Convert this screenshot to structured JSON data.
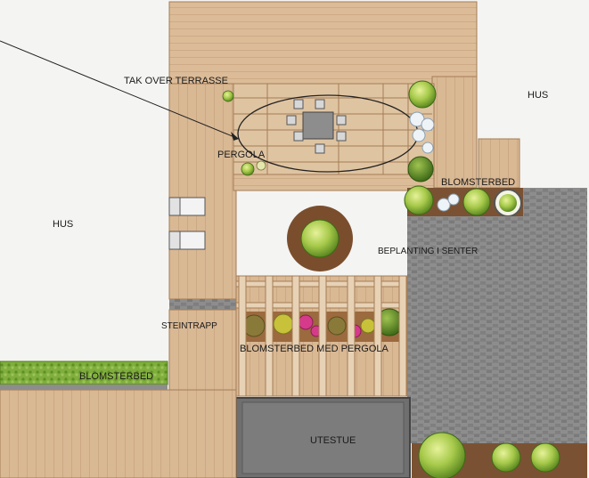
{
  "labels": {
    "tak_over_terrasse": "TAK OVER TERRASSE",
    "pergola": "PERGOLA",
    "hus_right": "HUS",
    "hus_left": "HUS",
    "blomsterbed_top": "BLOMSTERBED",
    "beplanting_i_senter": "BEPLANTING I SENTER",
    "steintrapp": "STEINTRAPP",
    "blomsterbed_med_pergola": "BLOMSTERBED MED PERGOLA",
    "blomsterbed_left": "BLOMSTERBED",
    "utestue": "UTESTUE"
  },
  "colors": {
    "wood": "#d9b894",
    "wood_line": "#b8926b",
    "paving": "#8a8a8a",
    "utestue": "#6f6f6f",
    "hedge": "#7fae3c",
    "bed": "#9b6a3e",
    "background": "#f4f4f2"
  }
}
